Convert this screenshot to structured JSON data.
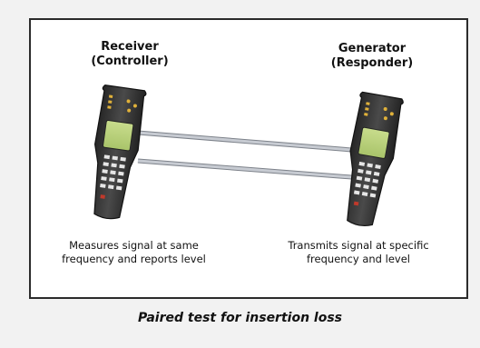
{
  "receiver": {
    "title_line1": "Receiver",
    "title_line2": "(Controller)",
    "desc_line1": "Measures signal at same",
    "desc_line2": "frequency and reports level"
  },
  "generator": {
    "title_line1": "Generator",
    "title_line2": "(Responder)",
    "desc_line1": "Transmits signal at specific",
    "desc_line2": "frequency and level"
  },
  "caption": "Paired test for insertion loss",
  "colors": {
    "device_body": "#3a3a3a",
    "device_screen": "#b9d27a",
    "cable": "#b8bcc4",
    "led": "#e0b13a"
  }
}
